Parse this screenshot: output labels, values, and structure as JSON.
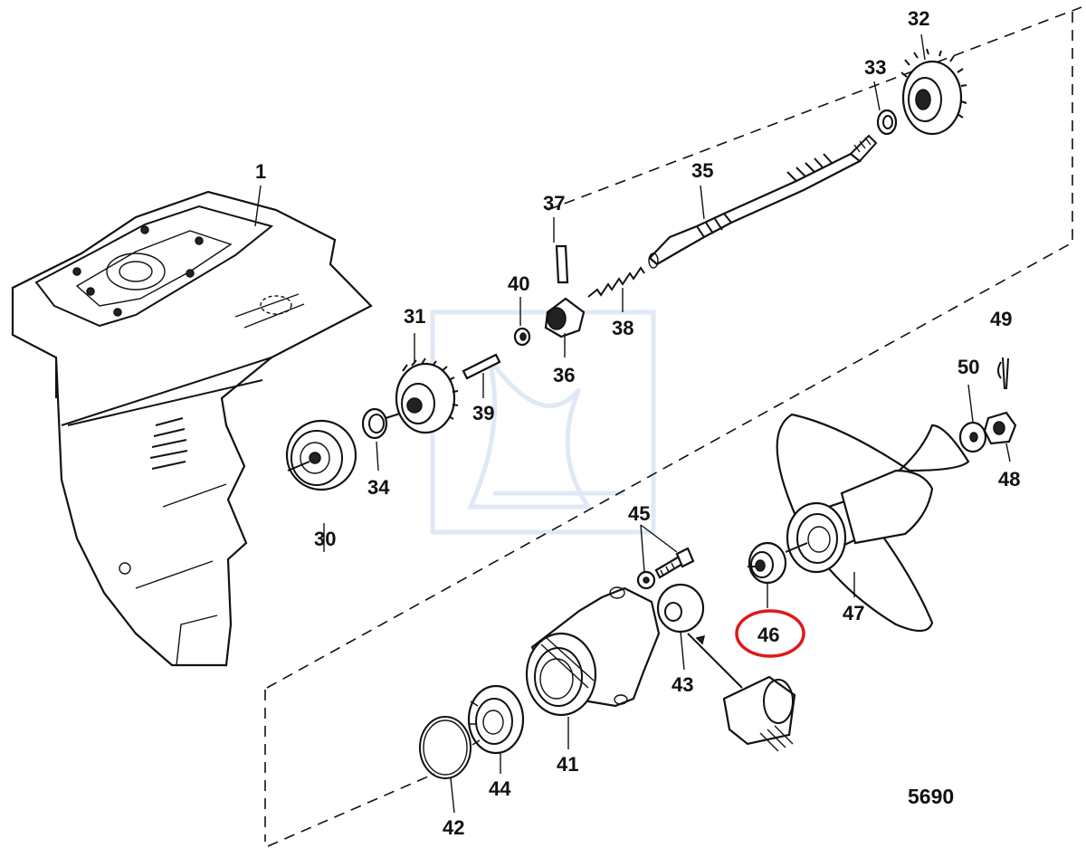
{
  "diagram": {
    "figure_number": "5690",
    "highlighted_part": "46",
    "highlight_color": "#e01818",
    "watermark_color": "#c9d6ee",
    "part_labels": {
      "p1": "1",
      "p30": "30",
      "p31": "31",
      "p32": "32",
      "p33": "33",
      "p34": "34",
      "p35": "35",
      "p36": "36",
      "p37": "37",
      "p38": "38",
      "p39": "39",
      "p40": "40",
      "p41": "41",
      "p42": "42",
      "p43": "43",
      "p44": "44",
      "p45": "45",
      "p46": "46",
      "p47": "47",
      "p48": "48",
      "p49": "49",
      "p50": "50"
    }
  }
}
